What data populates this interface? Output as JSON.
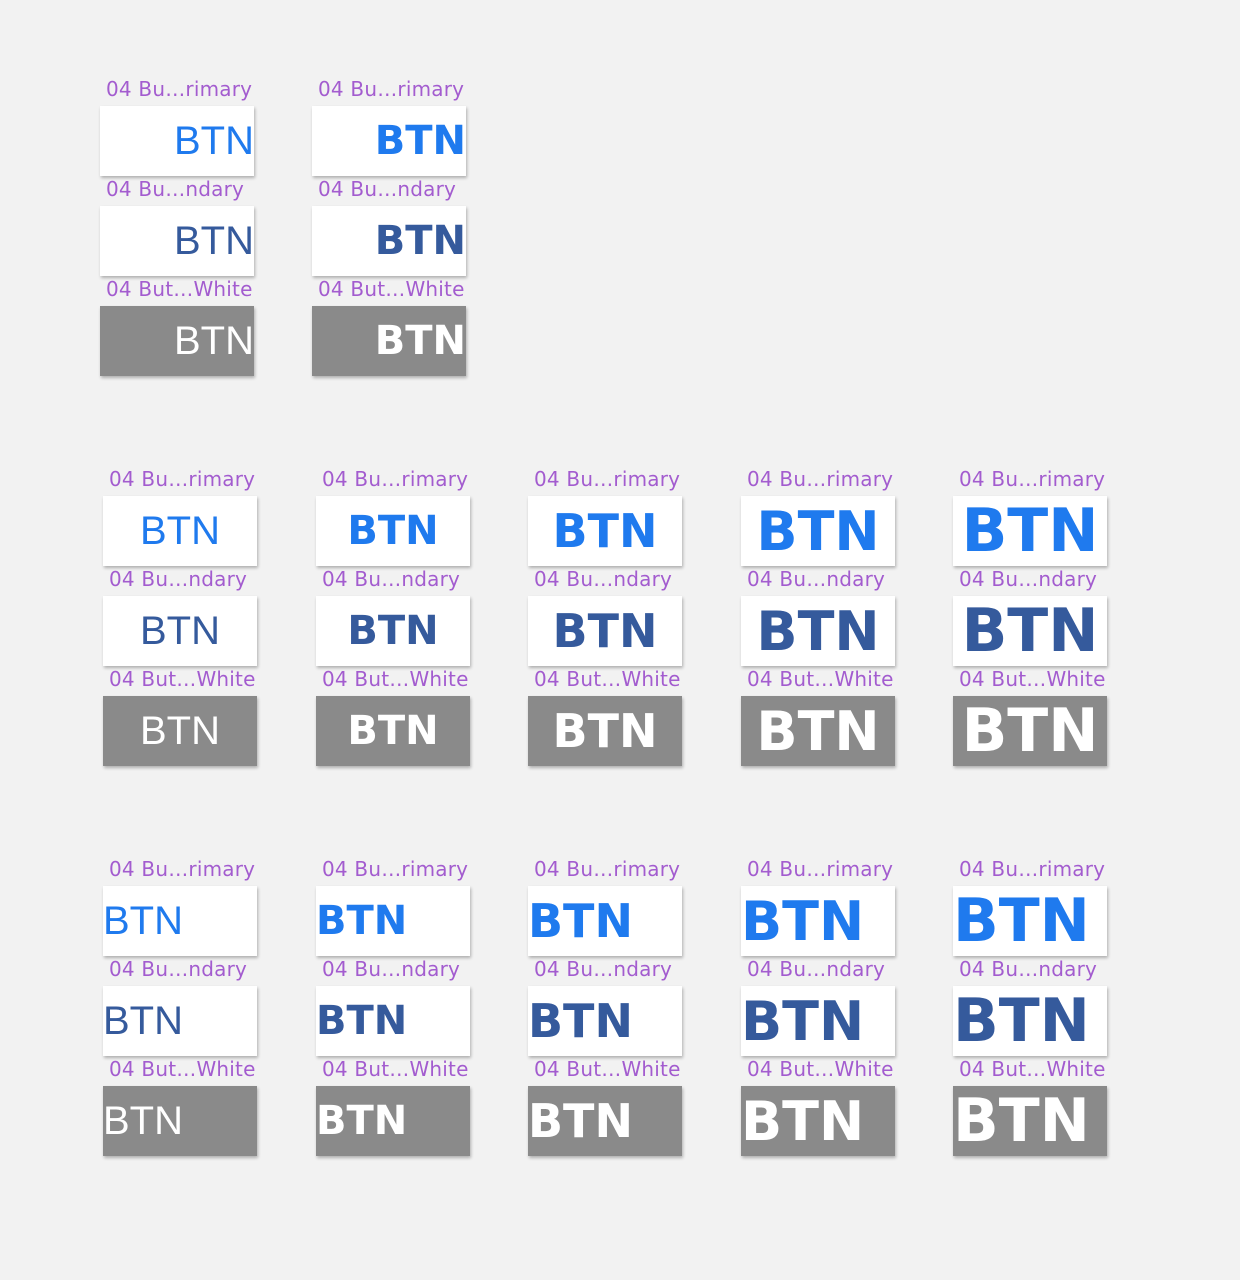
{
  "colors": {
    "label": "#a35ccf",
    "primary_text": "#1f7aee",
    "secondary_text": "#355a9c",
    "white_text": "#ffffff",
    "white_bg": "#8a8a8a",
    "panel_bg": "#ffffff",
    "canvas_bg": "#f2f2f2"
  },
  "kinds": {
    "primary": {
      "label": "04 Bu…rimary"
    },
    "secondary": {
      "label": "04 Bu…ndary"
    },
    "white": {
      "label": "04 But…White"
    }
  },
  "groups": [
    {
      "align": "right",
      "columns": [
        {
          "weight": "normal",
          "size": "md"
        },
        {
          "weight": "bold",
          "size": "md"
        }
      ],
      "buttons": [
        {
          "kind": "primary",
          "text": "BTN"
        },
        {
          "kind": "secondary",
          "text": "BTN"
        },
        {
          "kind": "white",
          "text": "BTN"
        }
      ]
    },
    {
      "align": "center",
      "columns": [
        {
          "weight": "normal",
          "size": "md"
        },
        {
          "weight": "bold",
          "size": "md"
        },
        {
          "weight": "bold",
          "size": "lg"
        },
        {
          "weight": "bold",
          "size": "xl"
        },
        {
          "weight": "bold",
          "size": "xxl"
        }
      ],
      "buttons": [
        {
          "kind": "primary",
          "text": "BTN"
        },
        {
          "kind": "secondary",
          "text": "BTN"
        },
        {
          "kind": "white",
          "text": "BTN"
        }
      ]
    },
    {
      "align": "left",
      "columns": [
        {
          "weight": "normal",
          "size": "md"
        },
        {
          "weight": "bold",
          "size": "md"
        },
        {
          "weight": "bold",
          "size": "lg"
        },
        {
          "weight": "bold",
          "size": "xl"
        },
        {
          "weight": "bold",
          "size": "xxl"
        }
      ],
      "buttons": [
        {
          "kind": "primary",
          "text": "BTN"
        },
        {
          "kind": "secondary",
          "text": "BTN"
        },
        {
          "kind": "white",
          "text": "BTN"
        }
      ]
    }
  ]
}
